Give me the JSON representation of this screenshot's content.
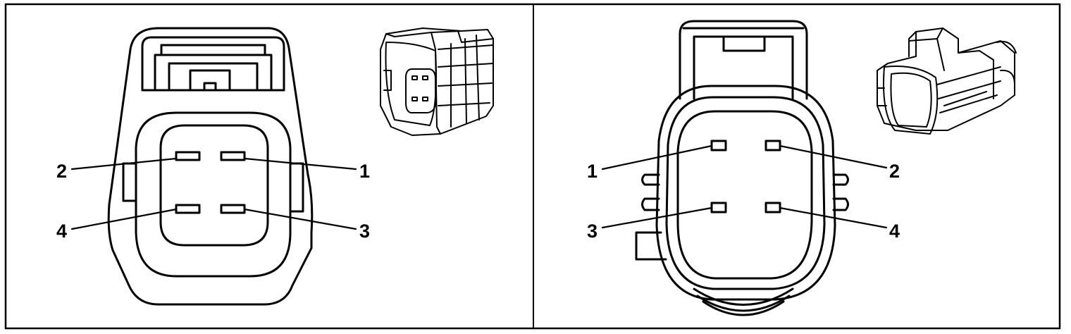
{
  "colors": {
    "line": "#000000",
    "background": "#ffffff"
  },
  "panels": [
    {
      "name": "female-connector-face",
      "pins": [
        {
          "label": "2"
        },
        {
          "label": "1"
        },
        {
          "label": "4"
        },
        {
          "label": "3"
        }
      ],
      "thumbnail": "female-connector-3d-view"
    },
    {
      "name": "male-connector-face",
      "pins": [
        {
          "label": "1"
        },
        {
          "label": "2"
        },
        {
          "label": "3"
        },
        {
          "label": "4"
        }
      ],
      "thumbnail": "male-connector-3d-view"
    }
  ]
}
